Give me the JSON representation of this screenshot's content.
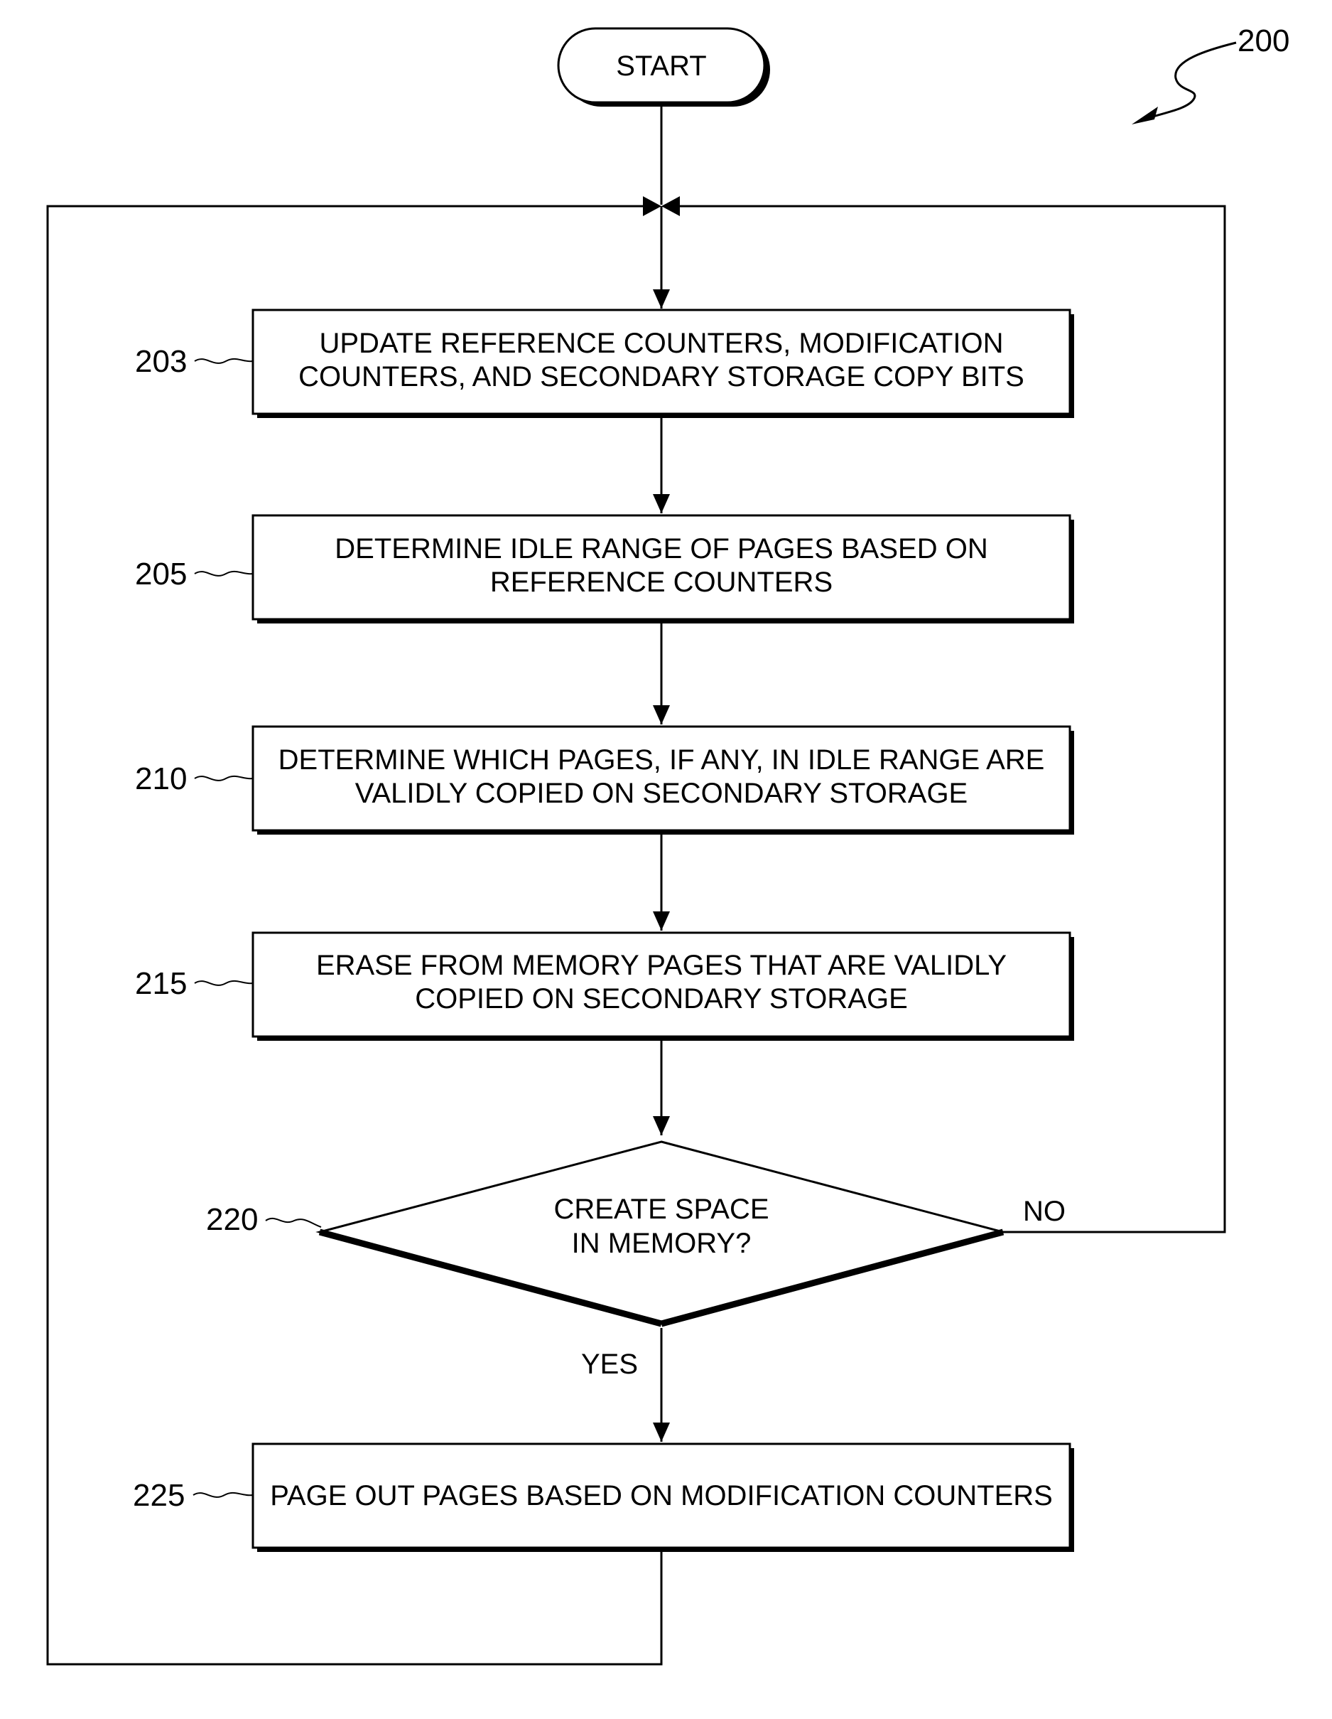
{
  "figure_number": "200",
  "start_label": "START",
  "steps": [
    {
      "ref": "203",
      "lines": [
        "UPDATE REFERENCE COUNTERS, MODIFICATION",
        "COUNTERS, AND SECONDARY STORAGE COPY BITS"
      ]
    },
    {
      "ref": "205",
      "lines": [
        "DETERMINE IDLE RANGE OF PAGES BASED ON",
        "REFERENCE COUNTERS"
      ]
    },
    {
      "ref": "210",
      "lines": [
        "DETERMINE WHICH PAGES, IF ANY, IN IDLE RANGE ARE",
        "VALIDLY COPIED ON SECONDARY STORAGE"
      ]
    },
    {
      "ref": "215",
      "lines": [
        "ERASE FROM MEMORY PAGES THAT ARE VALIDLY",
        "COPIED ON SECONDARY STORAGE"
      ]
    }
  ],
  "decision": {
    "ref": "220",
    "lines": [
      "CREATE SPACE",
      "IN MEMORY?"
    ],
    "yes_label": "YES",
    "no_label": "NO"
  },
  "final_step": {
    "ref": "225",
    "lines": [
      "PAGE OUT PAGES BASED ON MODIFICATION COUNTERS"
    ]
  }
}
